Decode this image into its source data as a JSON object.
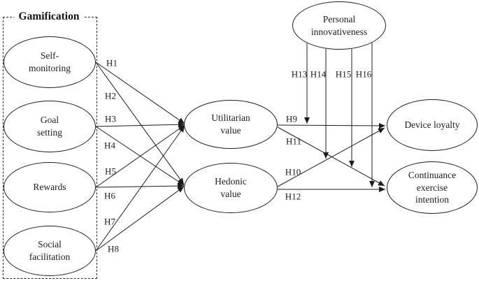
{
  "diagram": {
    "group_title": "Gamification",
    "nodes": {
      "self_monitoring": "Self-monitoring",
      "goal_setting": "Goal setting",
      "rewards": "Rewards",
      "social_facilitation": "Social facilitation",
      "utilitarian_value": "Utilitarian value",
      "hedonic_value": "Hedonic value",
      "personal_innovativeness": "Personal innovativeness",
      "device_loyalty": "Device loyalty",
      "continuance_exercise_intention": "Continuance exercise intention"
    },
    "hypotheses": {
      "h1": "H1",
      "h2": "H2",
      "h3": "H3",
      "h4": "H4",
      "h5": "H5",
      "h6": "H6",
      "h7": "H7",
      "h8": "H8",
      "h9": "H9",
      "h10": "H10",
      "h11": "H11",
      "h12": "H12",
      "h13": "H13",
      "h14": "H14",
      "h15": "H15",
      "h16": "H16"
    },
    "edges": [
      {
        "label": "H1",
        "from": "self_monitoring",
        "to": "utilitarian_value"
      },
      {
        "label": "H2",
        "from": "self_monitoring",
        "to": "hedonic_value"
      },
      {
        "label": "H3",
        "from": "goal_setting",
        "to": "utilitarian_value"
      },
      {
        "label": "H4",
        "from": "goal_setting",
        "to": "hedonic_value"
      },
      {
        "label": "H5",
        "from": "rewards",
        "to": "utilitarian_value"
      },
      {
        "label": "H6",
        "from": "rewards",
        "to": "hedonic_value"
      },
      {
        "label": "H7",
        "from": "social_facilitation",
        "to": "utilitarian_value"
      },
      {
        "label": "H8",
        "from": "social_facilitation",
        "to": "hedonic_value"
      },
      {
        "label": "H9",
        "from": "utilitarian_value",
        "to": "device_loyalty"
      },
      {
        "label": "H10",
        "from": "hedonic_value",
        "to": "device_loyalty"
      },
      {
        "label": "H11",
        "from": "utilitarian_value",
        "to": "continuance_exercise_intention"
      },
      {
        "label": "H12",
        "from": "hedonic_value",
        "to": "continuance_exercise_intention"
      },
      {
        "label": "H13",
        "from": "personal_innovativeness",
        "to": "path_h9"
      },
      {
        "label": "H14",
        "from": "personal_innovativeness",
        "to": "path_h10"
      },
      {
        "label": "H15",
        "from": "personal_innovativeness",
        "to": "path_h11"
      },
      {
        "label": "H16",
        "from": "personal_innovativeness",
        "to": "path_h12"
      }
    ],
    "colors": {
      "stroke": "#1c1c1c",
      "background": "#ffffff"
    }
  }
}
